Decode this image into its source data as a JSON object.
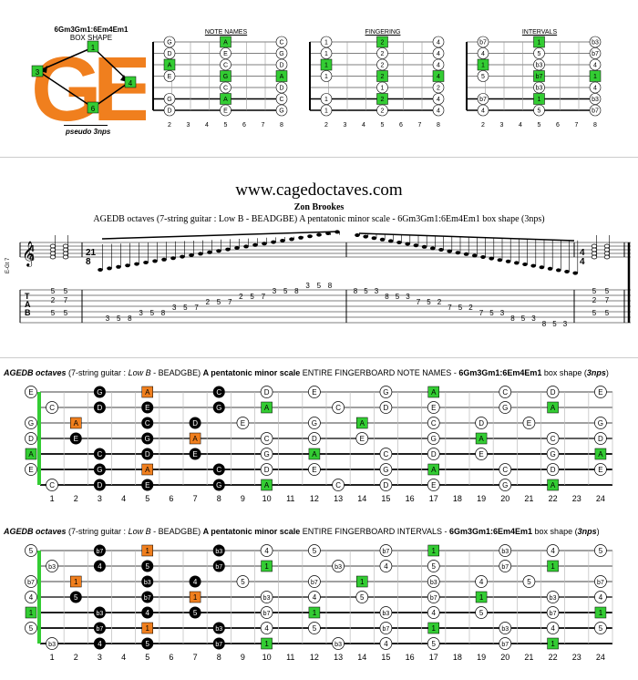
{
  "box_shape": {
    "code": "6Gm3Gm1:6Em4Em1",
    "label": "BOX SHAPE",
    "letters": "GE",
    "pseudo": "pseudo 3nps",
    "markers": [
      "1",
      "3",
      "4",
      "6"
    ]
  },
  "small_diagrams": {
    "titles": [
      "NOTE NAMES",
      "FINGERING",
      "INTERVALS"
    ],
    "fret_labels": [
      "2",
      "3",
      "4",
      "5",
      "6",
      "7",
      "8"
    ],
    "note_names": [
      [
        "G",
        "",
        "",
        "A",
        "",
        "",
        "C"
      ],
      [
        "D",
        "",
        "",
        "E",
        "",
        "",
        "G"
      ],
      [
        "A",
        "",
        "",
        "C",
        "",
        "",
        "D"
      ],
      [
        "E",
        "",
        "",
        "G",
        "",
        "",
        "A"
      ],
      [
        "",
        "",
        "",
        "C",
        "",
        "",
        "D"
      ],
      [
        "G",
        "",
        "",
        "A",
        "",
        "",
        "C"
      ],
      [
        "D",
        "",
        "",
        "E",
        "",
        "",
        "G"
      ]
    ],
    "fingering": [
      [
        "1",
        "",
        "",
        "2",
        "",
        "",
        "4"
      ],
      [
        "1",
        "",
        "",
        "2",
        "",
        "",
        "4"
      ],
      [
        "1",
        "",
        "",
        "2",
        "",
        "",
        "4"
      ],
      [
        "1",
        "",
        "",
        "2",
        "",
        "",
        "4"
      ],
      [
        "",
        "",
        "",
        "1",
        "",
        "",
        "2"
      ],
      [
        "1",
        "",
        "",
        "2",
        "",
        "",
        "4"
      ],
      [
        "1",
        "",
        "",
        "2",
        "",
        "",
        "4"
      ]
    ],
    "intervals": [
      [
        "b7",
        "",
        "",
        "1",
        "",
        "",
        "b3"
      ],
      [
        "4",
        "",
        "",
        "5",
        "",
        "",
        "b7"
      ],
      [
        "1",
        "",
        "",
        "b3",
        "",
        "",
        "4"
      ],
      [
        "5",
        "",
        "",
        "b7",
        "",
        "",
        "1"
      ],
      [
        "",
        "",
        "",
        "b3",
        "",
        "",
        "4"
      ],
      [
        "b7",
        "",
        "",
        "1",
        "",
        "",
        "b3"
      ],
      [
        "4",
        "",
        "",
        "5",
        "",
        "",
        "b7"
      ]
    ]
  },
  "header": {
    "site": "www.cagedoctaves.com",
    "author": "Zon Brookes",
    "subtitle": "AGEDB octaves (7-string guitar : Low B - BEADGBE) A pentatonic minor scale - 6Gm3Gm1:6Em4Em1 box shape (3nps)"
  },
  "notation": {
    "side_label": "E-Gt 7",
    "time_sig": [
      "4",
      "4"
    ],
    "time_sig2": [
      "21",
      "8"
    ],
    "tab_letters": [
      "T",
      "A",
      "B"
    ],
    "tab_numbers": [
      "5",
      "5",
      "2",
      "7",
      "5",
      "5",
      "3",
      "5",
      "8",
      "3",
      "5",
      "8",
      "3",
      "5",
      "7",
      "2",
      "5",
      "7",
      "2",
      "5",
      "7",
      "3",
      "5",
      "8",
      "3",
      "5",
      "8",
      "8",
      "5",
      "3",
      "8",
      "5",
      "3",
      "7",
      "5",
      "2",
      "7",
      "5",
      "2",
      "7",
      "5",
      "3",
      "8",
      "5",
      "3",
      "8",
      "5",
      "3",
      "5",
      "5",
      "2",
      "7",
      "5",
      "5"
    ]
  },
  "sections": [
    {
      "title_bold_italic": "AGEDB octaves",
      "title_mid": " (7-string guitar : ",
      "title_lowb": "Low B",
      "title_tuning": " - BEADGBE) ",
      "title_scale": "A pentatonic minor scale",
      "title_kind": " ENTIRE FINGERBOARD NOTE NAMES - ",
      "title_box": "6Gm3Gm1:6Em4Em1",
      "title_tail": " box shape (",
      "title_nps": "3nps",
      "title_end": ")"
    },
    {
      "title_bold_italic": "AGEDB octaves",
      "title_mid": " (7-string guitar : ",
      "title_lowb": "Low B",
      "title_tuning": " - BEADGBE) ",
      "title_scale": "A pentatonic minor scale",
      "title_kind": " ENTIRE FINGERBOARD INTERVALS - ",
      "title_box": "6Gm3Gm1:6Em4Em1",
      "title_tail": " box shape (",
      "title_nps": "3nps",
      "title_end": ")"
    }
  ],
  "fret_numbers": [
    "1",
    "2",
    "3",
    "4",
    "5",
    "6",
    "7",
    "8",
    "9",
    "10",
    "11",
    "12",
    "13",
    "14",
    "15",
    "16",
    "17",
    "18",
    "19",
    "20",
    "21",
    "22",
    "23",
    "24"
  ],
  "colors": {
    "green": "#33cc33",
    "orange": "#f07f1e",
    "black": "#000000",
    "white": "#ffffff"
  }
}
